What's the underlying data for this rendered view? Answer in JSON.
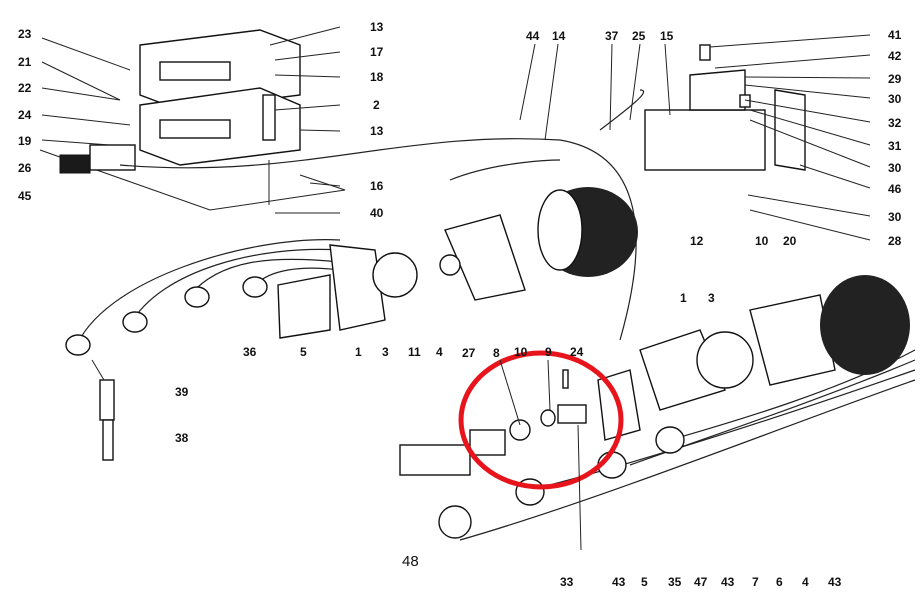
{
  "diagram": {
    "type": "exploded-parts-diagram",
    "highlight_color": "#e8141c",
    "labels": {
      "l23": "23",
      "l21": "21",
      "l22": "22",
      "l24a": "24",
      "l19": "19",
      "l26": "26",
      "l45": "45",
      "l13a": "13",
      "l17": "17",
      "l18": "18",
      "l2": "2",
      "l13b": "13",
      "l16": "16",
      "l40": "40",
      "l44": "44",
      "l14": "14",
      "l37": "37",
      "l25": "25",
      "l15": "15",
      "l41": "41",
      "l42": "42",
      "l29": "29",
      "l30a": "30",
      "l32": "32",
      "l31": "31",
      "l30b": "30",
      "l46": "46",
      "l30c": "30",
      "l28": "28",
      "l12": "12",
      "l10a": "10",
      "l20": "20",
      "l36": "36",
      "l5a": "5",
      "l1a": "1",
      "l3a": "3",
      "l11": "11",
      "l4a": "4",
      "l10b": "10",
      "l9": "9",
      "l24b": "24",
      "l27": "27",
      "l8": "8",
      "l1b": "1",
      "l3b": "3",
      "l39": "39",
      "l38": "38",
      "l48": "48",
      "l33": "33",
      "l43a": "43",
      "l5b": "5",
      "l35": "35",
      "l47": "47",
      "l43b": "43",
      "l7": "7",
      "l6": "6",
      "l4b": "4",
      "l43c": "43"
    }
  }
}
